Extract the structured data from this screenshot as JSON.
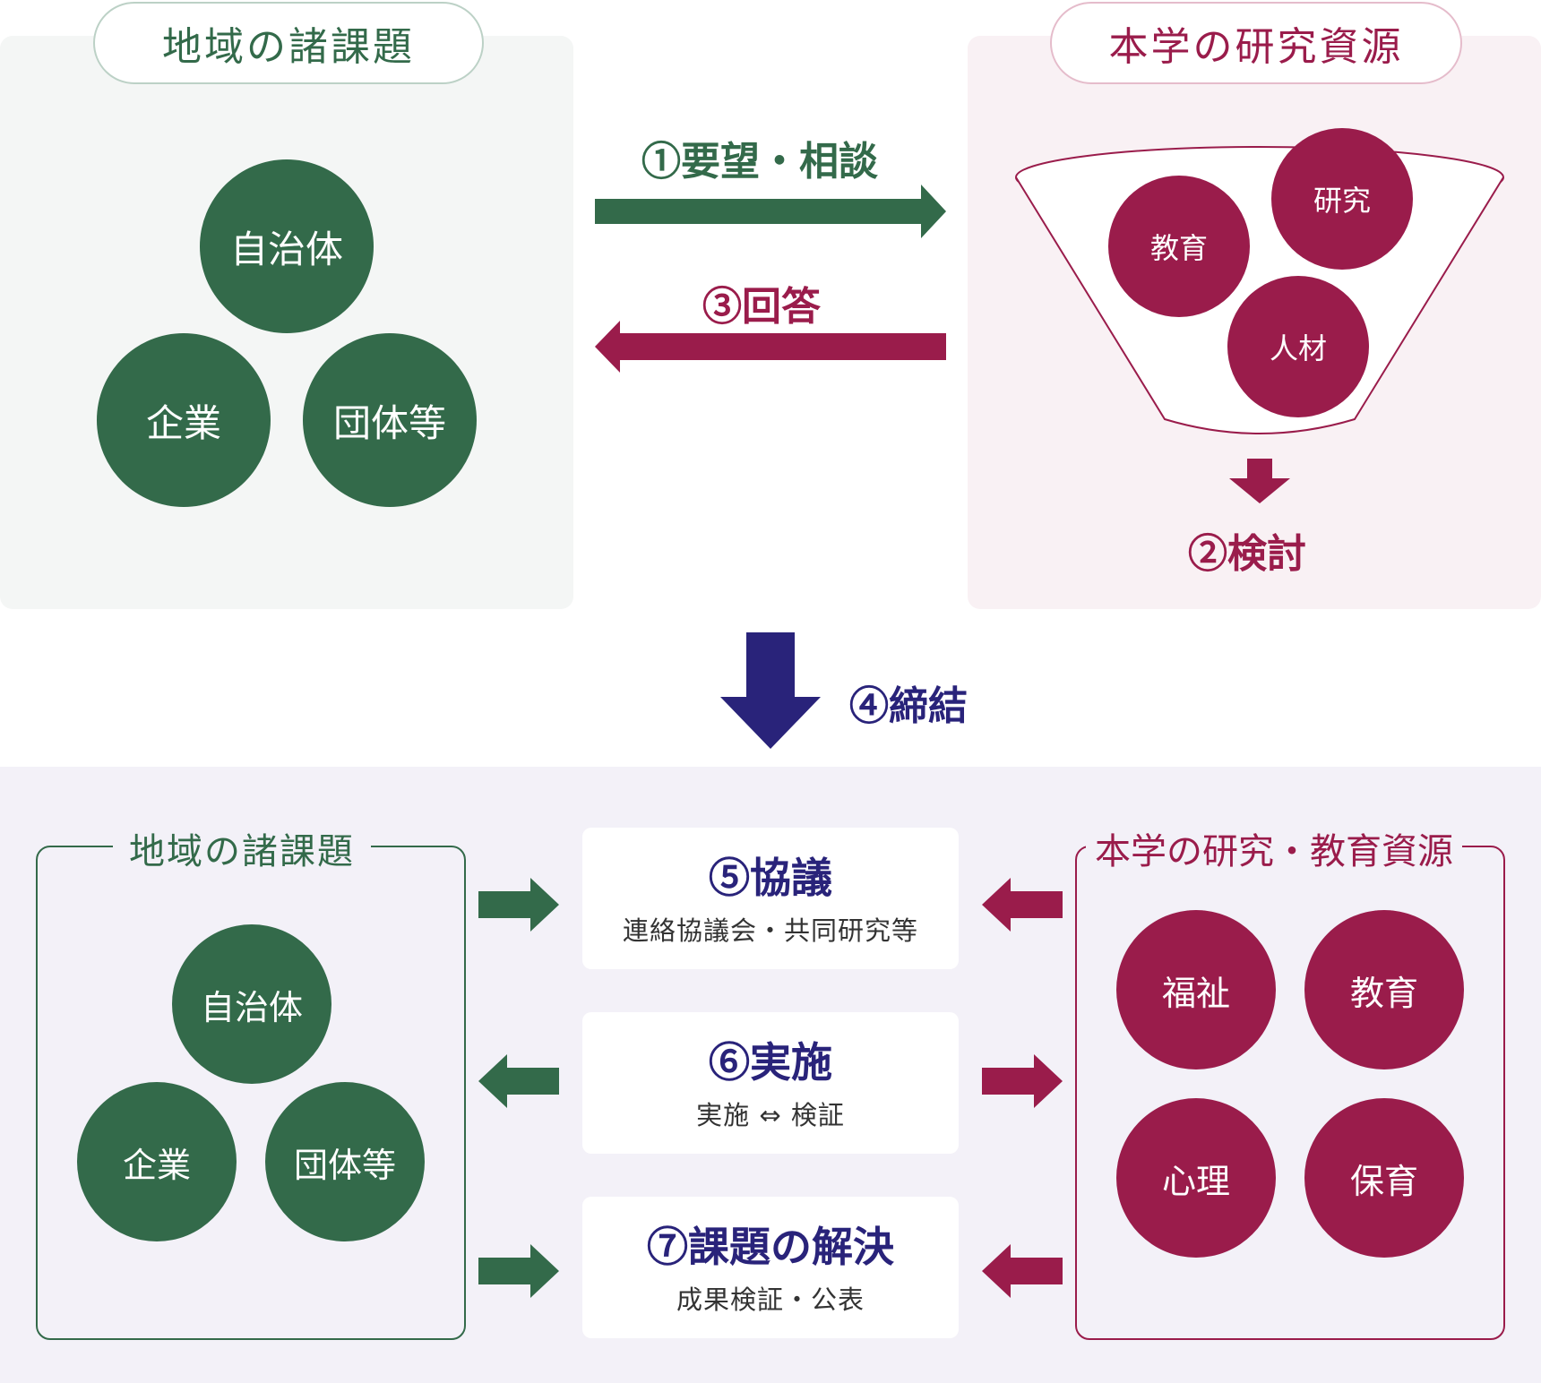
{
  "top_left": {
    "title": "地域の諸課題",
    "circles": [
      "自治体",
      "企業",
      "団体等"
    ]
  },
  "top_right": {
    "title": "本学の研究資源",
    "circles": [
      "教育",
      "研究",
      "人材"
    ]
  },
  "steps": {
    "step1": "①要望・相談",
    "step2": "②検討",
    "step3": "③回答",
    "step4": "④締結"
  },
  "bottom_left": {
    "title": "地域の諸課題",
    "circles": [
      "自治体",
      "企業",
      "団体等"
    ]
  },
  "bottom_right": {
    "title": "本学の研究・教育資源",
    "circles": [
      "福祉",
      "教育",
      "心理",
      "保育"
    ]
  },
  "center_boxes": [
    {
      "title": "⑤協議",
      "sub": "連絡協議会・共同研究等"
    },
    {
      "title": "⑥実施",
      "sub": "実施 ⇔ 検証"
    },
    {
      "title": "⑦課題の解決",
      "sub": "成果検証・公表"
    }
  ],
  "colors": {
    "green": "#336a4a",
    "maroon": "#9a1c4b",
    "navy": "#29237a",
    "panel_green_bg": "#f4f6f5",
    "panel_pink_bg": "#f9f1f4",
    "bottom_bg": "#f3f1f8"
  }
}
